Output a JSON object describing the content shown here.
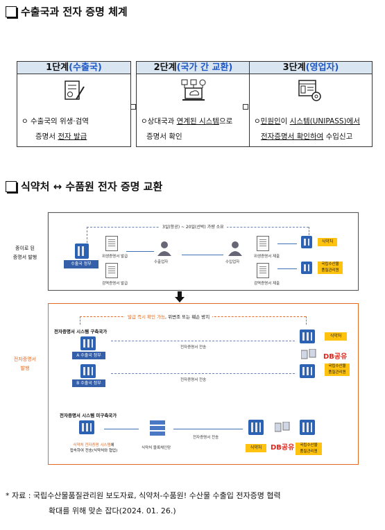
{
  "section1": {
    "title": "수출국과 전자 증명 체계"
  },
  "stages": [
    {
      "num": "1단계",
      "paren": "(수출국)",
      "line1_a": "ㅇ  수출국의  위생·검역",
      "line2_a": "증명서 ",
      "line2_u": "전자 발급"
    },
    {
      "num": "2단계",
      "paren": "(국가 간 교환)",
      "line1_a": "ㅇ상대국과 ",
      "line1_u": "연계된 시스템",
      "line1_b": "으로",
      "line2_a": "증명서 확인"
    },
    {
      "num": "3단계",
      "paren": "(영업자)",
      "line1_a": "ㅇ",
      "line1_u1": "민원인",
      "line1_b": "이  ",
      "line1_u2": "시스템(UNIPASS)에서",
      "line2_u": "전자증명서 확인하여",
      "line2_b": " 수입신고"
    }
  ],
  "section2": {
    "title": "식약처 ↔ 수품원 전자 증명 교환"
  },
  "panel1": {
    "side_label_1": "종이로 된",
    "side_label_2": "증명서 발행",
    "duration": "3일(항공) ~ 20일(선박) 가량 소요",
    "gov": "수출국 정부",
    "doc1": "위생증명서 발급",
    "doc2": "검역증명서 발급",
    "exporter": "수출업자",
    "importer": "수입업자",
    "doc3": "위생증명서 제출",
    "doc4": "검역증명서 제출",
    "mfds": "식약처",
    "nfqs_1": "국립수산물",
    "nfqs_2": "품질관리원"
  },
  "panel2": {
    "side_label_1": "전자증명서",
    "side_label_2": "발행",
    "banner_a": "발급 즉시 확인 가능",
    "banner_b": ", 위변조 또는 훼손 방지",
    "built_title": "전자증명서 시스템 구축국가",
    "gov_a": "A 수출국 정부",
    "gov_b": "B 수출국 정부",
    "transfer_1": "전자증명서 전송",
    "transfer_2": "전자증명서 전송",
    "transfer_3": "전자증명서 전송",
    "mfds": "식약처",
    "db_share_1": "DB공유",
    "db_share_2": "DB공유",
    "nfqs_1": "국립수산물",
    "nfqs_2": "품질관리원",
    "unbuilt_title": "전자증명서 시스템 미구축국가",
    "unbuilt_desc_1a": "식약처 전자증명 시스템",
    "unbuilt_desc_1b": "에",
    "unbuilt_desc_2": "접속하여 전송(식약처와 협업)",
    "blockchain": "식약처 블록체인망"
  },
  "note": {
    "line1": "* 자료 : 국립수산물품질관리원 보도자료, 식약처-수품원! 수산물 수출입 전자증명 협력",
    "line2": "확대를 위해 맞손 잡다(2024. 01. 26.)"
  }
}
